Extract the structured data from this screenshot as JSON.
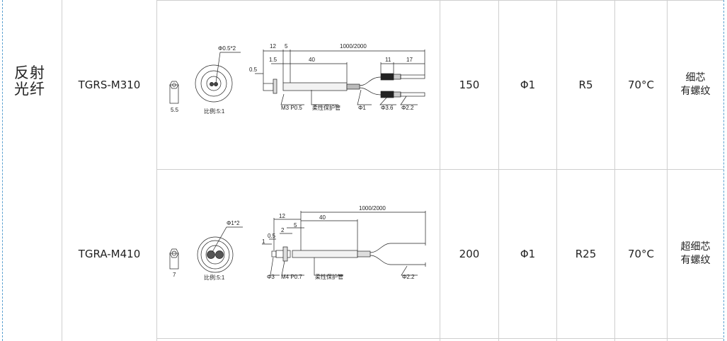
{
  "category": {
    "line1": "反射",
    "line2": "光纤"
  },
  "rows": [
    {
      "model": "TGRS-M310",
      "distance": "150",
      "core_diameter": "Φ1",
      "bend_radius": "R5",
      "temperature": "70°C",
      "note_line1": "细芯",
      "note_line2": "有螺纹",
      "drawing": {
        "hex_size": "5.5",
        "fiber_label": "Φ0.5*2",
        "scale": "比例:5:1",
        "dim_12": "12",
        "dim_5": "5",
        "dim_length": "1000/2000",
        "dim_1_5": "1.5",
        "dim_40": "40",
        "dim_0_5": "0.5",
        "dim_11": "11",
        "dim_17": "17",
        "thread": "M3 P0.5",
        "tube": "柔性保护管",
        "phi1": "Φ1",
        "phi3_6": "Φ3.6",
        "phi2_2": "Φ2.2"
      }
    },
    {
      "model": "TGRA-M410",
      "distance": "200",
      "core_diameter": "Φ1",
      "bend_radius": "R25",
      "temperature": "70°C",
      "note_line1": "超细芯",
      "note_line2": "有螺纹",
      "drawing": {
        "hex_size": "7",
        "fiber_label": "Φ1*2",
        "scale": "比例:5:1",
        "dim_length": "1000/2000",
        "dim_12": "12",
        "dim_40": "40",
        "dim_5": "5",
        "dim_2": "2",
        "dim_0_5": "0.5",
        "dim_1": "1",
        "phi3": "Φ3",
        "thread": "M4 P0.7",
        "tube": "柔性保护管",
        "phi2_2": "Φ2.2"
      }
    }
  ]
}
